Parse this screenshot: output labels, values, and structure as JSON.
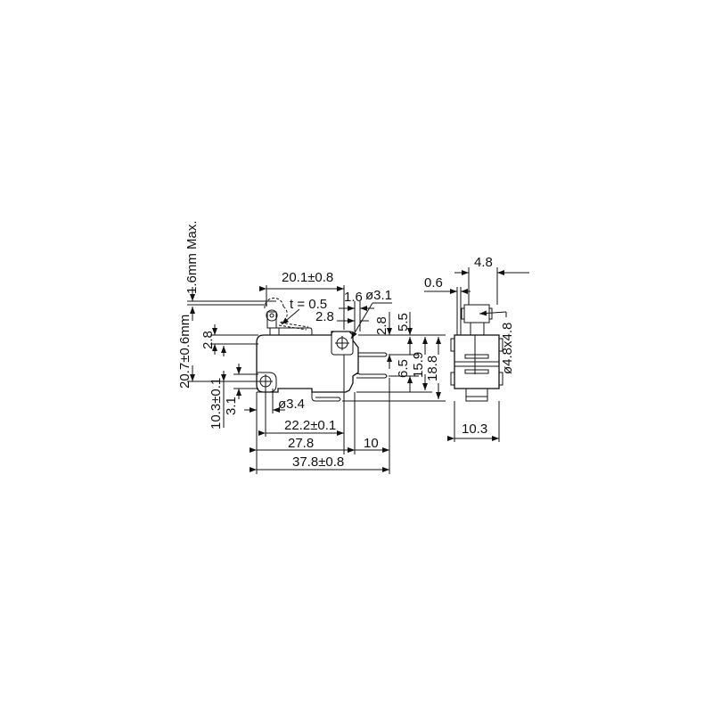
{
  "drawing": {
    "title": "Micro switch with roller lever - dimensional drawing",
    "units": "mm",
    "front_view": {
      "dimensions": {
        "overtravel_max": "1.6mm Max.",
        "total_height": "20.7±0.6mm",
        "lever_width": "20.1±0.8",
        "lever_thickness": "t = 0.5",
        "hole_offset_x": "1.6",
        "hole_diameter_top": "ø3.1",
        "hole_offset_top": "2.8",
        "hole_offset_vertical": "2.8",
        "terminal_spacing_top": "5.5",
        "top_to_body": "2.8",
        "terminal_pitch": "6.5",
        "terminal_height_1": "15.9",
        "terminal_height_2": "18.8",
        "mount_height": "10.3±0.1",
        "hole_dim_small": "3.1",
        "hole_diameter_bottom": "ø3.4",
        "hole_spacing": "22.2±0.1",
        "body_length": "27.8",
        "terminal_length": "10",
        "overall_length": "37.8±0.8"
      }
    },
    "side_view": {
      "dimensions": {
        "roller_width": "4.8",
        "lever_offset": "0.6",
        "roller_size": "ø4.8x4.8",
        "body_width": "10.3"
      }
    }
  }
}
